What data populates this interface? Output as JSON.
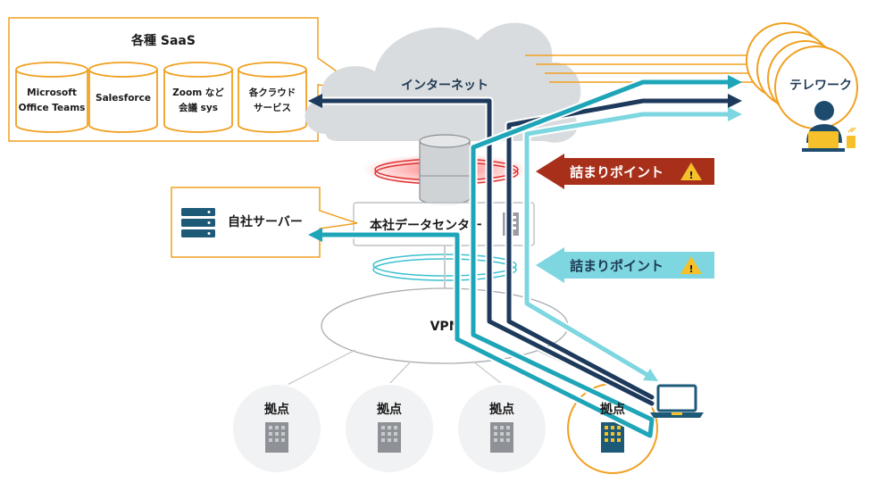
{
  "saas": {
    "title": "各種 SaaS",
    "services": [
      {
        "line1": "Microsoft",
        "line2": "Office Teams"
      },
      {
        "line1": "Salesforce",
        "line2": ""
      },
      {
        "line1": "Zoom など",
        "line2": "会議 sys"
      },
      {
        "line1": "各クラウド",
        "line2": "サービス"
      }
    ]
  },
  "internet": {
    "label": "インターネット"
  },
  "telework": {
    "label": "テレワーク"
  },
  "bottleneck_red": {
    "label": "詰まりポイント"
  },
  "bottleneck_cyan": {
    "label": "詰まりポイント"
  },
  "datacenter": {
    "label": "本社データセンター"
  },
  "own_server": {
    "label": "自社サーバー"
  },
  "vpn": {
    "label": "VPN"
  },
  "branches": [
    {
      "label": "拠点"
    },
    {
      "label": "拠点"
    },
    {
      "label": "拠点"
    },
    {
      "label": "拠点"
    }
  ],
  "colors": {
    "orange": "#f0a020",
    "navy": "#1d3a5c",
    "teal": "#1ea5b8",
    "light_teal": "#7dd6e0",
    "red": "#a8301b",
    "grey_cloud": "#d6d9dc"
  }
}
